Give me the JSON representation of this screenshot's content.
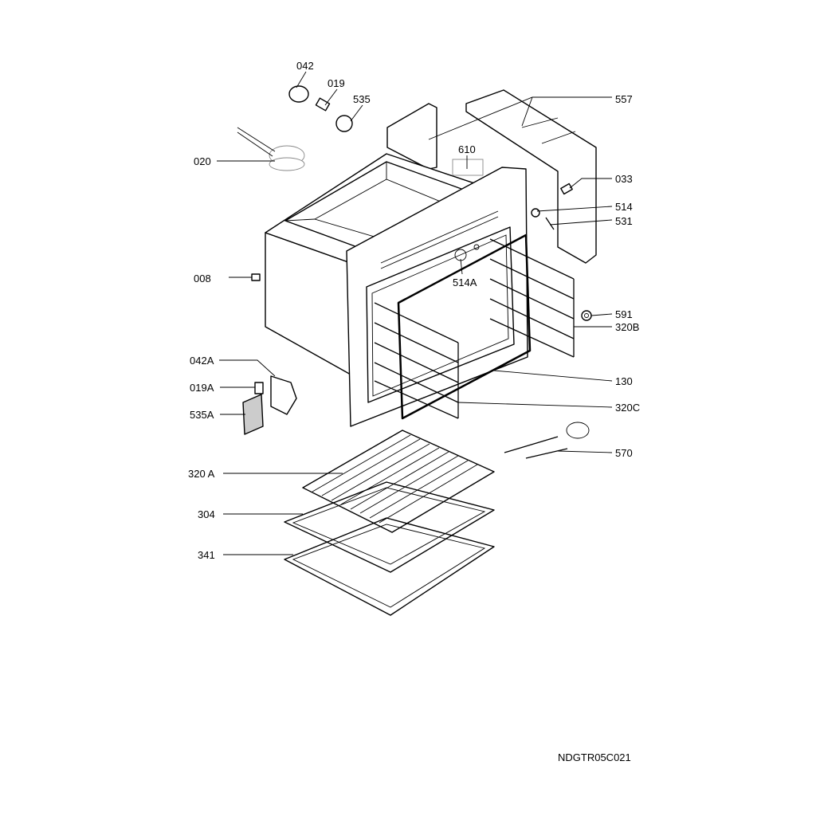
{
  "diagram": {
    "type": "exploded parts diagram",
    "drawing_code": "NDGTR05C021",
    "part_labels": [
      {
        "id": "042",
        "text": "042"
      },
      {
        "id": "019",
        "text": "019"
      },
      {
        "id": "535",
        "text": "535"
      },
      {
        "id": "557",
        "text": "557"
      },
      {
        "id": "020",
        "text": "020"
      },
      {
        "id": "610",
        "text": "610"
      },
      {
        "id": "033",
        "text": "033"
      },
      {
        "id": "514",
        "text": "514"
      },
      {
        "id": "531",
        "text": "531"
      },
      {
        "id": "008",
        "text": "008"
      },
      {
        "id": "514A",
        "text": "514A"
      },
      {
        "id": "591",
        "text": "591"
      },
      {
        "id": "320B",
        "text": "320B"
      },
      {
        "id": "042A",
        "text": "042A"
      },
      {
        "id": "130",
        "text": "130"
      },
      {
        "id": "019A",
        "text": "019A"
      },
      {
        "id": "320C",
        "text": "320C"
      },
      {
        "id": "535A",
        "text": "535A"
      },
      {
        "id": "570",
        "text": "570"
      },
      {
        "id": "320A",
        "text": "320 A"
      },
      {
        "id": "304",
        "text": "304"
      },
      {
        "id": "341",
        "text": "341"
      }
    ]
  }
}
